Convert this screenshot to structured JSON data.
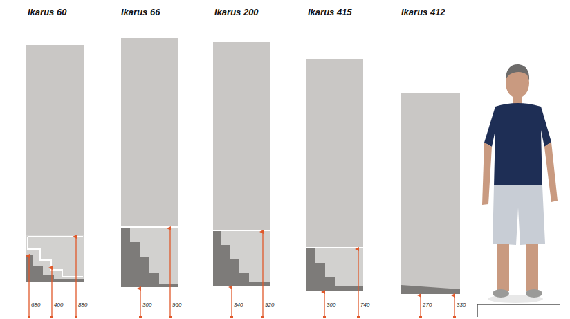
{
  "diagram": {
    "labels": [
      "Ikarus 60",
      "Ikarus 66",
      "Ikarus 200",
      "Ikarus 415",
      "Ikarus 412",
      "680",
      "400",
      "880",
      "300",
      "960",
      "340",
      "920",
      "300",
      "740",
      "270",
      "330"
    ]
  }
}
